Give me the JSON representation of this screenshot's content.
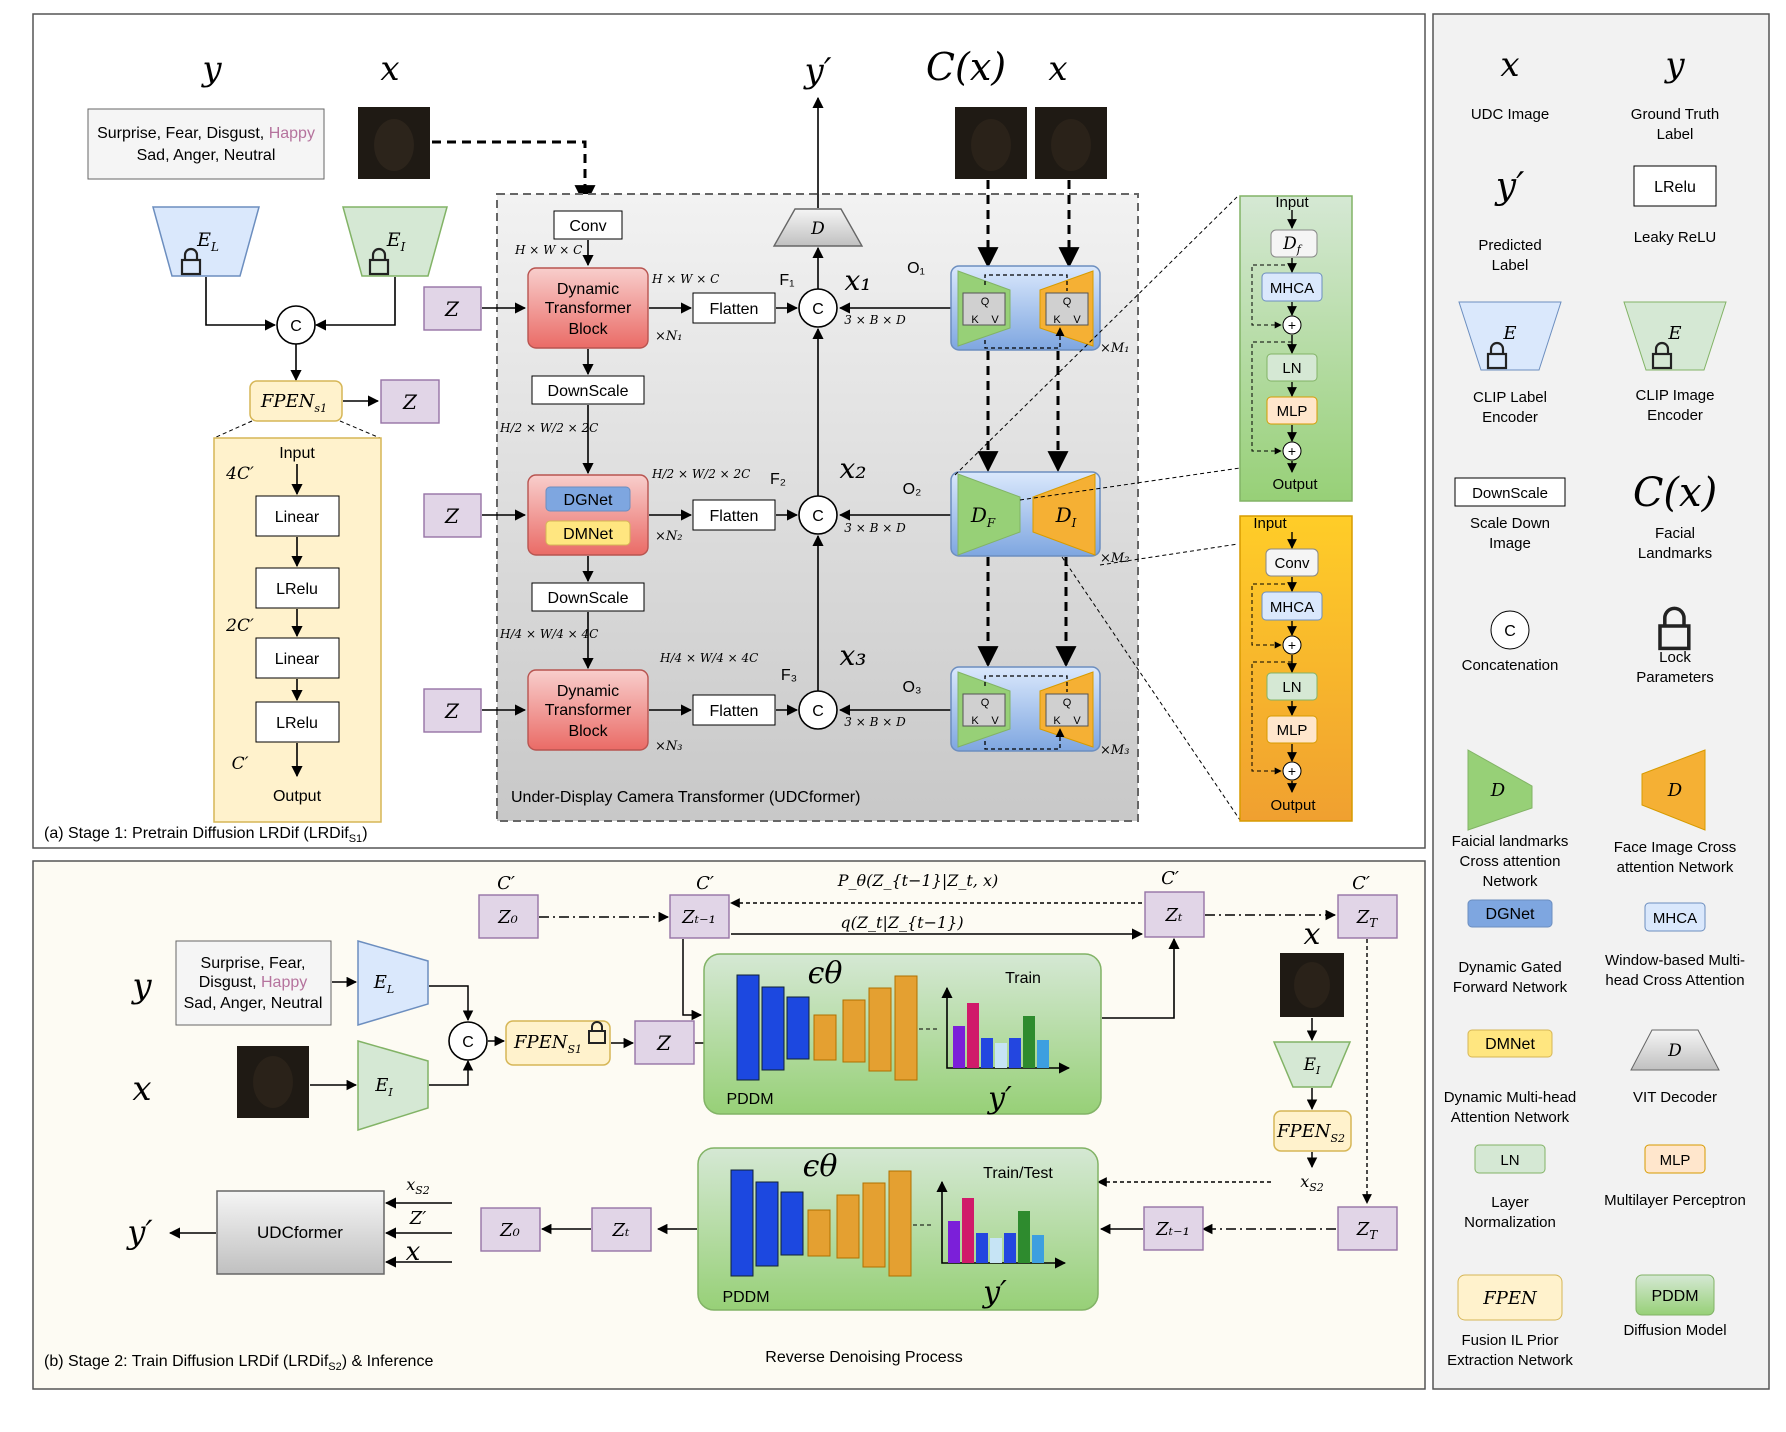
{
  "stage1": {
    "caption": "(a) Stage 1: Pretrain Diffusion LRDif (LRDif",
    "caption_sub": "S1",
    "caption_end": ")",
    "y": "y",
    "x": "x",
    "labels_line1": "Surprise, Fear, Disgust,",
    "labels_happy": "Happy",
    "labels_line2": "Sad, Anger, Neutral",
    "el": "E",
    "el_sub": "L",
    "ei": "E",
    "ei_sub": "I",
    "concat": "C",
    "fpen": "FPEN",
    "fpen_sub": "s1",
    "z": "Z",
    "mlp_input": "Input",
    "mlp_dims": [
      "4C′",
      "2C′",
      "C′"
    ],
    "mlp_layers": [
      "Linear",
      "LRelu",
      "Linear",
      "LRelu"
    ],
    "mlp_output": "Output"
  },
  "udcformer": {
    "title": "Under-Display Camera Transformer (UDCformer)",
    "conv": "Conv",
    "hwc": "H × W × C",
    "dtb": [
      "Dynamic",
      "Transformer",
      "Block"
    ],
    "downscale": "DownScale",
    "dgnet": "DGNet",
    "dmnet": "DMNet",
    "flatten": "Flatten",
    "decoder": "D",
    "y_prime": "y′",
    "cx": "C(x)",
    "x": "x",
    "x_levels": [
      "x₁",
      "x₂",
      "x₃"
    ],
    "f_levels": [
      "F₁",
      "F₂",
      "F₃"
    ],
    "o_levels": [
      "O₁",
      "O₂",
      "O₃"
    ],
    "n_levels": [
      "×N₁",
      "×N₂",
      "×N₃"
    ],
    "m_levels": [
      "×M₁",
      "×M₂",
      "×M₃"
    ],
    "bd": "3 × B × D",
    "dims_in": [
      "H/2 × W/2 × 2C",
      "H/4 × W/4 × 4C"
    ],
    "dims_out": [
      "H × W × C",
      "H/2 × W/2 × 2C",
      "H/4 × W/4 × 4C"
    ],
    "df": "D",
    "df_sub": "F",
    "di": "D",
    "di_sub": "I",
    "q": "Q",
    "k": "K",
    "v": "V"
  },
  "green_panel": {
    "input": "Input",
    "df": "D",
    "df_sub": "f",
    "mhca": "MHCA",
    "ln": "LN",
    "mlp": "MLP",
    "output": "Output"
  },
  "orange_panel": {
    "input": "Input",
    "conv": "Conv",
    "mhca": "MHCA",
    "ln": "LN",
    "mlp": "MLP",
    "output": "Output"
  },
  "stage2": {
    "caption": "(b) Stage 2: Train Diffusion  LRDif (LRDif",
    "caption_sub": "S2",
    "caption_end": ") & Inference",
    "y": "y",
    "x": "x",
    "labels_line1": "Surprise, Fear,",
    "labels_line2": "Disgust,",
    "labels_happy": "Happy",
    "labels_line3": "Sad, Anger, Neutral",
    "el": "E",
    "el_sub": "L",
    "ei": "E",
    "ei_sub": "I",
    "concat": "C",
    "fpen": "FPEN",
    "fpen_sub": "S1",
    "fpen2": "FPEN",
    "fpen2_sub": "S2",
    "z": "Z",
    "cprime": "C′",
    "z0": "Z₀",
    "zt1": "Zₜ₋₁",
    "zt": "Zₜ",
    "zT": "Z_T",
    "p_theta": "P_θ(Z_{t−1}|Z_t, x)",
    "q_eq": "q(Z_t|Z_{t−1})",
    "eps": "ϵθ",
    "train": "Train",
    "train_test": "Train/Test",
    "pddm": "PDDM",
    "y_prime": "y′",
    "xs2": "x_S2",
    "zprime": "Z′",
    "udcformer": "UDCformer",
    "reverse": "Reverse Denoising Process"
  },
  "legend": [
    {
      "sym": "x",
      "label": [
        "UDC Image"
      ]
    },
    {
      "sym": "y",
      "label": [
        "Ground Truth",
        "Label"
      ]
    },
    {
      "sym": "y′",
      "label": [
        "Predicted",
        "Label"
      ]
    },
    {
      "sym": "LRelu",
      "label": [
        "Leaky ReLU"
      ]
    },
    {
      "sym": "E_L",
      "label": [
        "CLIP Label",
        "Encoder"
      ]
    },
    {
      "sym": "E_I",
      "label": [
        "CLIP Image",
        "Encoder"
      ]
    },
    {
      "sym": "DownScale",
      "label": [
        "Scale Down",
        "Image"
      ]
    },
    {
      "sym": "C(x)",
      "label": [
        "Facial",
        "Landmarks"
      ]
    },
    {
      "sym": "C",
      "label": [
        "Concatenation"
      ]
    },
    {
      "sym": "lock",
      "label": [
        "Lock",
        "Parameters"
      ]
    },
    {
      "sym": "D_F",
      "label": [
        "Faicial landmarks",
        "Cross attention",
        "Network"
      ]
    },
    {
      "sym": "D_I",
      "label": [
        "Face Image Cross",
        "attention Network"
      ]
    },
    {
      "sym": "DGNet",
      "label": [
        "Dynamic Gated",
        "Forward Network"
      ]
    },
    {
      "sym": "MHCA",
      "label": [
        "Window-based Multi-",
        "head Cross Attention"
      ]
    },
    {
      "sym": "DMNet",
      "label": [
        "Dynamic Multi-head",
        "Attention Network"
      ]
    },
    {
      "sym": "D",
      "label": [
        "VIT Decoder"
      ]
    },
    {
      "sym": "LN",
      "label": [
        "Layer",
        "Normalization"
      ]
    },
    {
      "sym": "MLP",
      "label": [
        "Multilayer Perceptron"
      ]
    },
    {
      "sym": "FPEN",
      "label": [
        "Fusion IL Prior",
        "Extraction Network"
      ]
    },
    {
      "sym": "PDDM",
      "label": [
        "Diffusion Model"
      ]
    }
  ],
  "colors": {
    "purple_box": "#e1d5e7",
    "purple_border": "#9673a6",
    "red_block": "#ea6b66",
    "green_panel": "#b9e0a5",
    "orange_panel": "#f5b034",
    "yellow_fpen": "#fff2cc",
    "blue_enc": "#dae8fc",
    "happy": "#b5739d"
  }
}
